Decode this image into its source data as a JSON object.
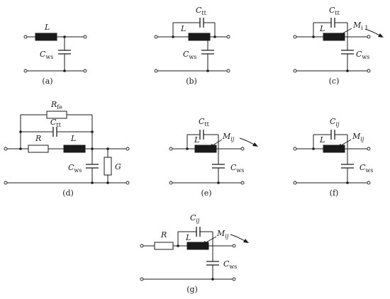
{
  "panels": [
    {
      "id": "a",
      "caption": "(a)"
    },
    {
      "id": "b",
      "caption": "(b)"
    },
    {
      "id": "c",
      "caption": "(c)"
    },
    {
      "id": "d",
      "caption": "(d)"
    },
    {
      "id": "e",
      "caption": "(e)"
    },
    {
      "id": "f",
      "caption": "(f)"
    },
    {
      "id": "g",
      "caption": "(g)"
    }
  ],
  "labels": {
    "L": "L",
    "C": "C",
    "ws": "ws",
    "tt": "tt",
    "R": "R",
    "fe": "fe",
    "G": "G",
    "M": "M",
    "ij": "ij",
    "i1": "i 1"
  }
}
